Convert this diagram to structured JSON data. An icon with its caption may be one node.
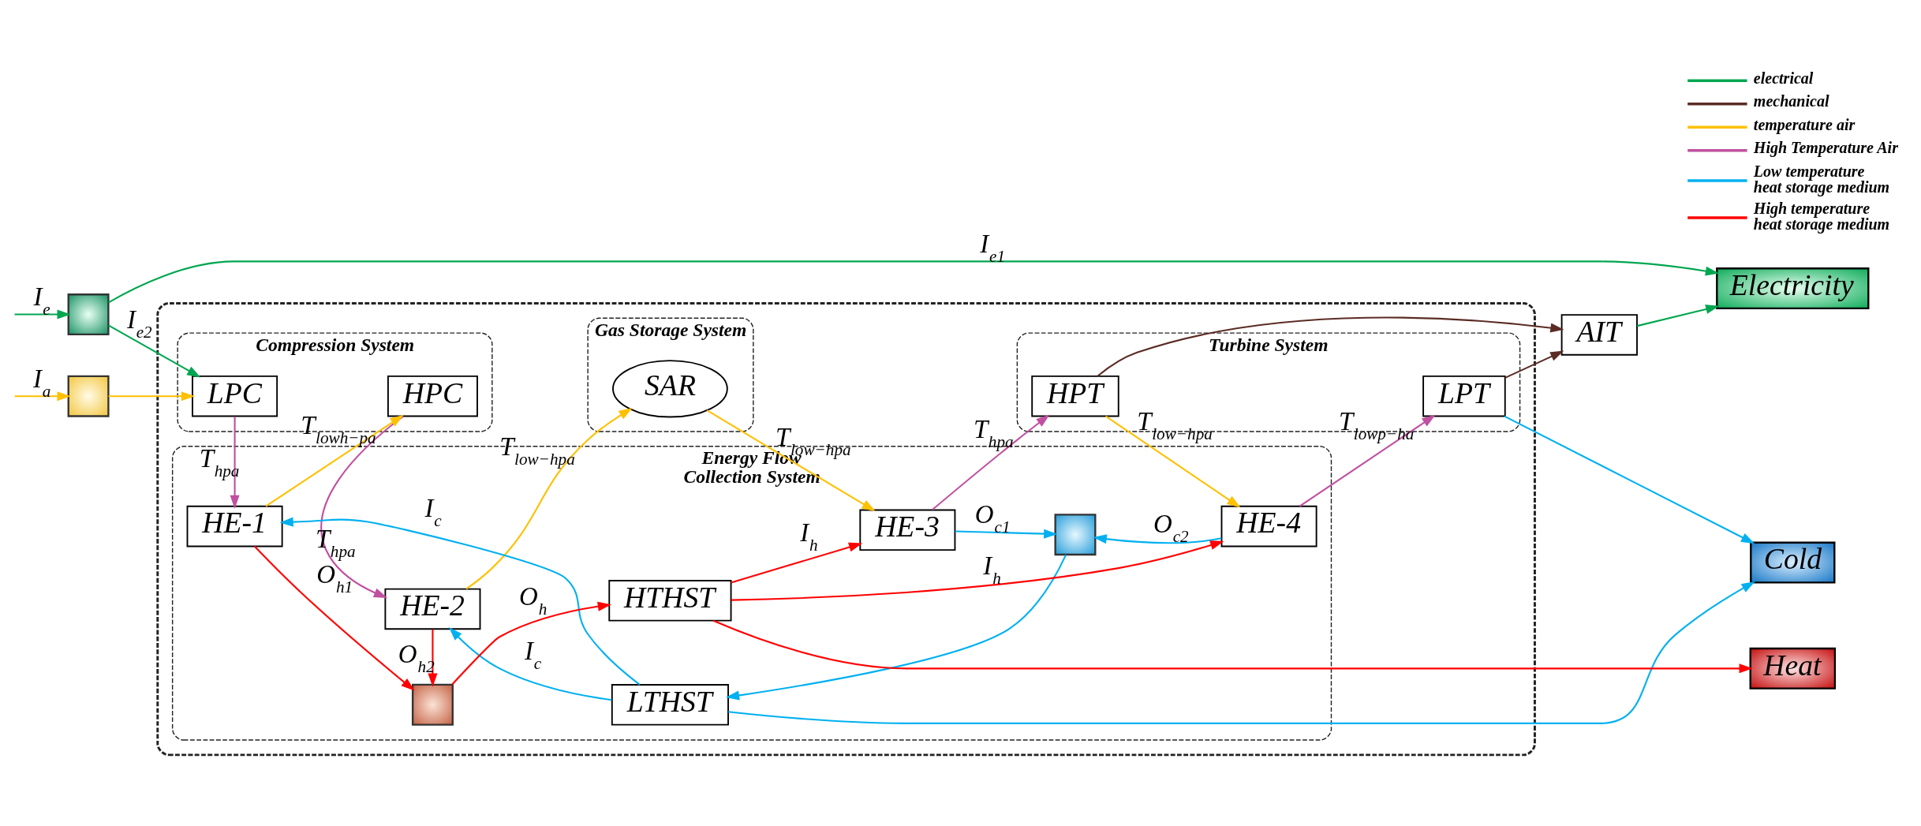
{
  "diagram": {
    "nodes": [
      {
        "text": [],
        "shape": "picture"
      },
      {
        "text": [],
        "shape": "picture"
      },
      {
        "text": [],
        "shape": "box"
      },
      {
        "text": [
          "Compression System"
        ],
        "in": 2
      },
      {
        "text": [
          "LPC"
        ],
        "in": 3
      },
      {
        "text": [
          "HPC"
        ],
        "in": 3
      },
      {
        "text": [
          "Gas Storage System"
        ],
        "in": 2
      },
      {
        "text": [
          "SAR"
        ],
        "in": 6
      },
      {
        "text": [
          "Turbine System"
        ],
        "in": 2
      },
      {
        "text": [
          "HPT"
        ],
        "in": 8
      },
      {
        "text": [
          "LPT"
        ],
        "in": 8
      },
      {
        "text": [
          "Energy Flow Collection System"
        ],
        "in": 2
      },
      {
        "text": [
          "HE-1"
        ],
        "in": 11
      },
      {
        "text": [
          "HE-2"
        ],
        "in": 11
      },
      {
        "text": [
          "HE-3"
        ],
        "in": 11
      },
      {
        "text": [
          "HE-4"
        ],
        "in": 11
      },
      {
        "text": [],
        "shape": "picture",
        "in": 11
      },
      {
        "text": [
          "LTHST"
        ],
        "in": 11
      },
      {
        "text": [],
        "shape": "picture",
        "in": 11
      },
      {
        "text": [
          "HTHST"
        ],
        "in": 11
      },
      {
        "text": [
          "AIT"
        ]
      },
      {
        "text": [
          "Electricity"
        ]
      },
      {
        "text": [
          "Cold"
        ]
      },
      {
        "text": [
          "Heat"
        ]
      }
    ],
    "edges": [
      {
        "from": null,
        "to": 0,
        "arrow": "to",
        "label": "I$_{e}$",
        "color": "#00a650"
      },
      {
        "from": null,
        "to": 1,
        "arrow": "to",
        "label": "I$_{a}$",
        "color": "#ffc000"
      },
      {
        "from": 0,
        "to": 21,
        "arrow": "to",
        "label": "I$_{e1}$",
        "color": "#00a650"
      },
      {
        "from": 0,
        "to": 4,
        "arrow": "to",
        "label": "I$_{e2}$",
        "color": "#00a650"
      },
      {
        "from": 1,
        "to": 4,
        "arrow": "to",
        "color": "#ffc000"
      },
      {
        "from": 4,
        "to": 12,
        "arrow": "to",
        "label": "T$_{hpa}$",
        "color": "#c050a0"
      },
      {
        "from": 5,
        "to": 13,
        "arrow": "to",
        "label": "T$_{hpa}$",
        "color": "#c050a0"
      },
      {
        "from": 7,
        "to": 14,
        "arrow": "to",
        "label": "T$_{low−hpa}$",
        "color": "#ffc000"
      },
      {
        "from": 9,
        "to": 15,
        "arrow": "to",
        "label": "T$_{low−hpa}$",
        "color": "#ffc000"
      },
      {
        "from": 9,
        "to": 20,
        "arrow": "to",
        "color": "#5b2c24"
      },
      {
        "from": 10,
        "to": 20,
        "arrow": "to",
        "color": "#5b2c24"
      },
      {
        "from": 10,
        "to": 22,
        "arrow": "to",
        "color": "#00b0f0"
      },
      {
        "from": 12,
        "to": 5,
        "arrow": "to",
        "label": "T$_{lowh−pa}$",
        "color": "#ffc000"
      },
      {
        "from": 12,
        "to": 18,
        "arrow": "to",
        "label": "O$_{h1}$",
        "color": "#ff0000"
      },
      {
        "from": 13,
        "to": 7,
        "arrow": "to",
        "label": "T$_{low−hpa}$",
        "color": "#ffc000"
      },
      {
        "from": 13,
        "to": 18,
        "arrow": "to",
        "label": "O$_{h2}$",
        "color": "#ff0000"
      },
      {
        "from": 14,
        "to": 9,
        "arrow": "to",
        "label": "T$_{hpa}$",
        "color": "#c050a0"
      },
      {
        "from": 14,
        "to": 16,
        "arrow": "to",
        "label": "O$_{c1}$",
        "color": "#00b0f0"
      },
      {
        "from": 15,
        "to": 10,
        "arrow": "to",
        "label": "T$_{lowp−ha}$",
        "color": "#c050a0"
      },
      {
        "from": 15,
        "to": 16,
        "arrow": "to",
        "label": "O$_{c2}$",
        "color": "#00b0f0"
      },
      {
        "from": 16,
        "to": 17,
        "arrow": "to",
        "color": "#00b0f0"
      },
      {
        "from": 17,
        "to": 22,
        "arrow": "to",
        "color": "#00b0f0"
      },
      {
        "from": 17,
        "to": 12,
        "arrow": "to",
        "label": "I$_{c}$",
        "color": "#00b0f0"
      },
      {
        "from": 17,
        "to": 13,
        "arrow": "to",
        "label": "I$_{c}$",
        "color": "#00b0f0"
      },
      {
        "from": 18,
        "to": 19,
        "arrow": "to",
        "label": "O$_{h}$",
        "color": "#ff0000"
      },
      {
        "from": 19,
        "to": 23,
        "arrow": "to",
        "color": "#ff0000"
      },
      {
        "from": 19,
        "to": 14,
        "arrow": "to",
        "label": "I$_{h}$",
        "color": "#ff0000"
      },
      {
        "from": 19,
        "to": 15,
        "arrow": "to",
        "label": "I$_{h}$",
        "color": "#ff0000"
      },
      {
        "from": 20,
        "to": 21,
        "arrow": "to",
        "color": "#00a650"
      }
    ],
    "legend": [
      {
        "text": "electrical"
      },
      {
        "text": "mechanical"
      },
      {
        "text": "temperature air"
      },
      {
        "text": "High Temperature Air"
      },
      {
        "text": "Low temperature heat storage medium"
      },
      {
        "text": "High temperature heat storage medium"
      }
    ]
  }
}
